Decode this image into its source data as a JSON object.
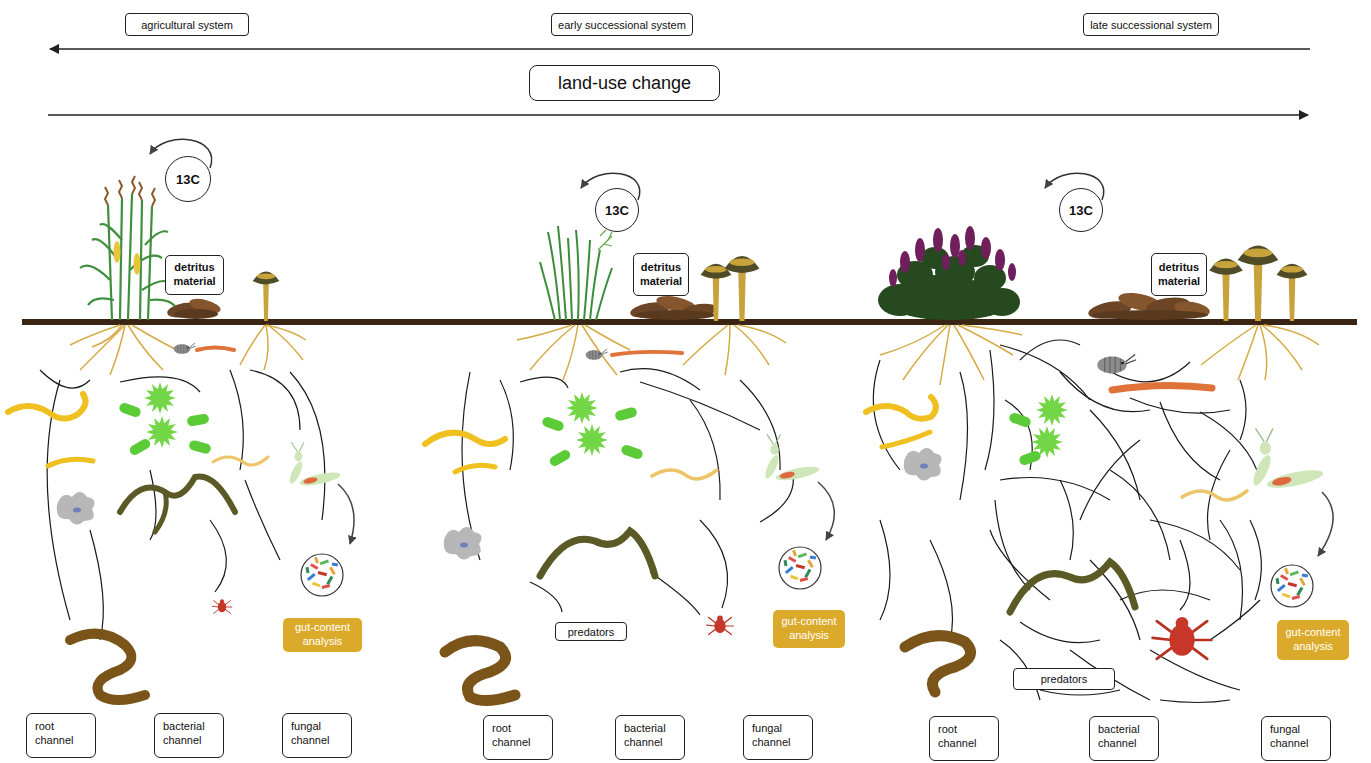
{
  "diagram": {
    "nodes": [
      {
        "text": [
          "agricultural system"
        ]
      },
      {
        "text": [
          "early successional system"
        ]
      },
      {
        "text": [
          "late successional system"
        ]
      },
      {
        "text": [
          "land-use change"
        ]
      },
      {
        "text": [
          "13C"
        ]
      },
      {
        "text": [
          "13C"
        ]
      },
      {
        "text": [
          "13C"
        ]
      },
      {
        "text": [
          "detritus material"
        ]
      },
      {
        "text": [
          "detritus material"
        ]
      },
      {
        "text": [
          "detritus material"
        ]
      },
      {
        "text": [
          "gut-content analysis"
        ]
      },
      {
        "text": [
          "predators"
        ]
      },
      {
        "text": [
          "gut-content analysis"
        ]
      },
      {
        "text": [
          "predators"
        ]
      },
      {
        "text": [
          "gut-content analysis"
        ]
      },
      {
        "text": [
          "root channel"
        ]
      },
      {
        "text": [
          "bacterial channel"
        ]
      },
      {
        "text": [
          "fungal channel"
        ]
      },
      {
        "text": [
          "root channel"
        ]
      },
      {
        "text": [
          "bacterial channel"
        ]
      },
      {
        "text": [
          "fungal channel"
        ]
      },
      {
        "text": [
          "root channel"
        ]
      },
      {
        "text": [
          "bacterial channel"
        ]
      },
      {
        "text": [
          "fungal channel"
        ]
      }
    ]
  }
}
